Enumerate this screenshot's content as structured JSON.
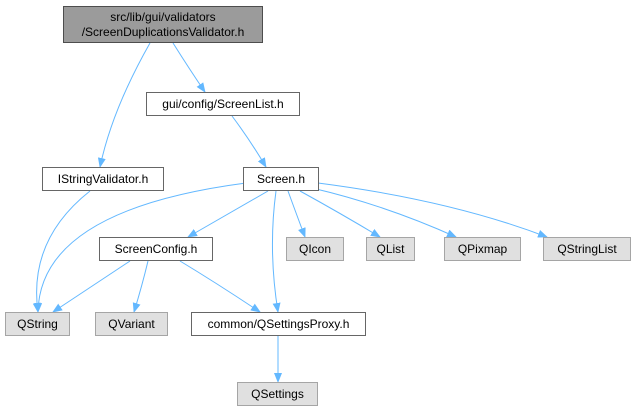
{
  "colors": {
    "edge": "#63b8ff",
    "root_fill": "#9b9b9b",
    "node_border": "#666666",
    "external_fill": "#e0e0e0",
    "external_border": "#a5a5a5"
  },
  "nodes": {
    "root": {
      "line1": "src/lib/gui/validators",
      "line2": "/ScreenDuplicationsValidator.h"
    },
    "screenlist": "gui/config/ScreenList.h",
    "istringvalidator": "IStringValidator.h",
    "screen": "Screen.h",
    "screenconfig": "ScreenConfig.h",
    "qicon": "QIcon",
    "qlist": "QList",
    "qpixmap": "QPixmap",
    "qstringlist": "QStringList",
    "qstring": "QString",
    "qvariant": "QVariant",
    "qsettingsproxy": "common/QSettingsProxy.h",
    "qsettings": "QSettings"
  },
  "edges": [
    [
      "root",
      "screenlist"
    ],
    [
      "root",
      "istringvalidator"
    ],
    [
      "screenlist",
      "screen"
    ],
    [
      "istringvalidator",
      "qstring"
    ],
    [
      "screen",
      "qstring"
    ],
    [
      "screen",
      "screenconfig"
    ],
    [
      "screen",
      "qsettingsproxy"
    ],
    [
      "screen",
      "qicon"
    ],
    [
      "screen",
      "qlist"
    ],
    [
      "screen",
      "qpixmap"
    ],
    [
      "screen",
      "qstringlist"
    ],
    [
      "screenconfig",
      "qstring"
    ],
    [
      "screenconfig",
      "qvariant"
    ],
    [
      "screenconfig",
      "qsettingsproxy"
    ],
    [
      "qsettingsproxy",
      "qsettings"
    ]
  ]
}
